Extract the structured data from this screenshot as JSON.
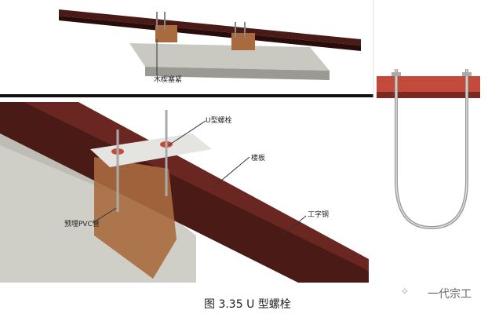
{
  "labels": {
    "wood_wedge": "木楔塞紧",
    "u_bolt": "U型螺栓",
    "floor_slab": "楼板",
    "i_beam": "工字钢",
    "pvc_pipe": "预埋PVC管"
  },
  "caption": "图 3.35 U  型螺栓",
  "watermark": "一代宗工",
  "colors": {
    "steel": "#5a1e1a",
    "plate": "#c44a3c",
    "concrete": "#cfcfc8",
    "wood": "#a86a3e"
  }
}
